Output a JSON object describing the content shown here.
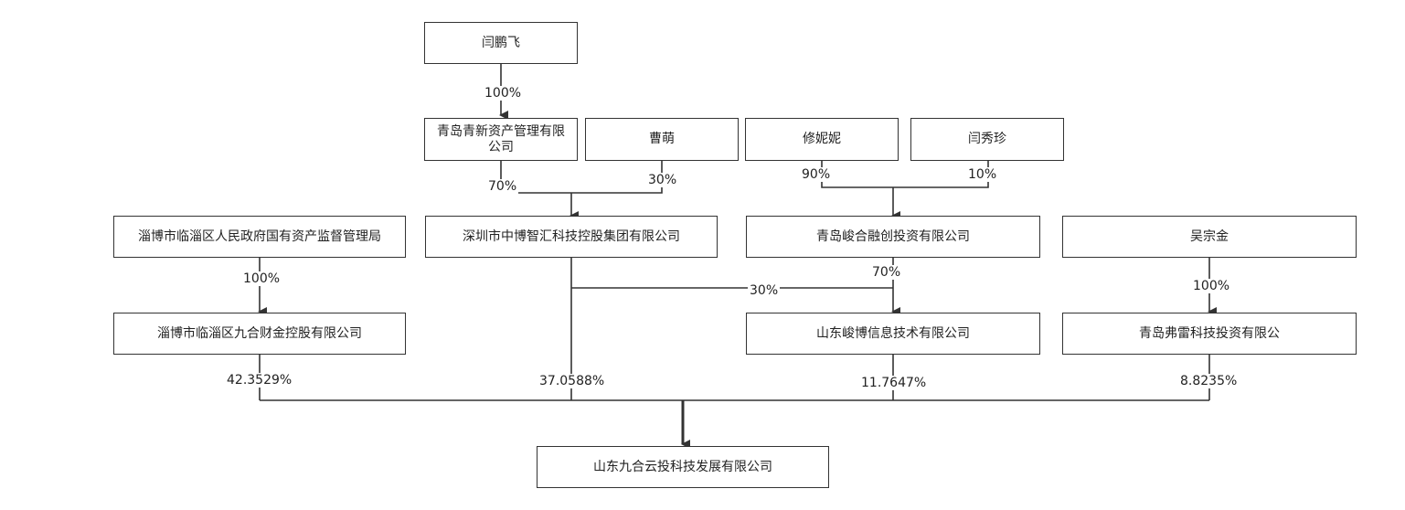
{
  "nodes": {
    "yan_pengfei": "闫鹏飞",
    "qingdao_qingxin": "青岛青新资产管理有限公司",
    "cao_meng": "曹萌",
    "xiu_nini": "修妮妮",
    "yan_xiuzhen": "闫秀珍",
    "zibo_gov": "淄博市临淄区人民政府国有资产监督管理局",
    "shenzhen_zhongbo": "深圳市中博智汇科技控股集团有限公司",
    "qingdao_junhe": "青岛峻合融创投资有限公司",
    "wu_zongjin": "吴宗金",
    "zibo_jiuhe": "淄博市临淄区九合财金控股有限公司",
    "shandong_junbo": "山东峻博信息技术有限公司",
    "qingdao_fulei": "青岛弗雷科技投资有限公",
    "target": "山东九合云投科技发展有限公司"
  },
  "edges": {
    "yan_to_qingxin": "100%",
    "qingxin_to_zhongbo": "70%",
    "cao_to_zhongbo": "30%",
    "xiu_to_junhe": "90%",
    "yanxz_to_junhe": "10%",
    "gov_to_jiuhe": "100%",
    "junhe_to_junbo": "70%",
    "zhongbo_to_junbo": "30%",
    "wu_to_fulei": "100%",
    "jiuhe_to_target": "42.3529%",
    "zhongbo_to_target": "37.0588%",
    "junbo_to_target": "11.7647%",
    "fulei_to_target": "8.8235%"
  }
}
